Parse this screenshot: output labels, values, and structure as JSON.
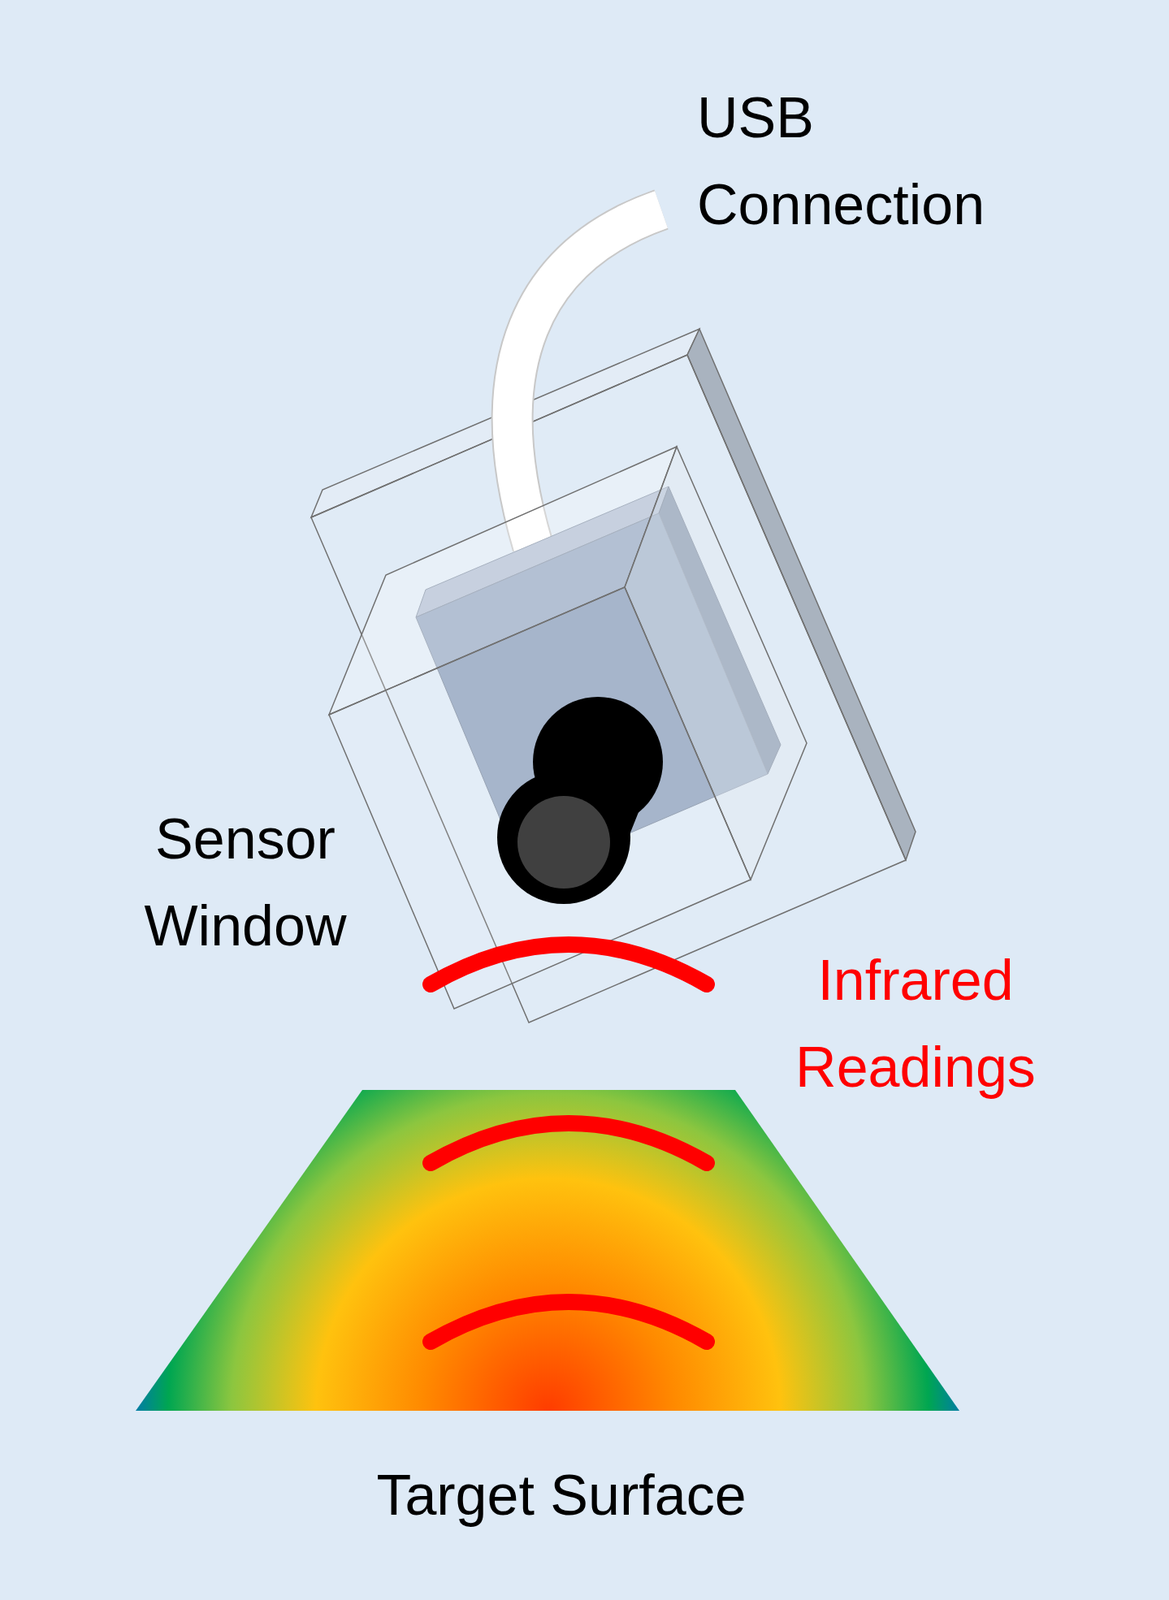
{
  "diagram": {
    "labels": [
      "USB Connection",
      "Sensor Window",
      "Infrared Readings",
      "Target Surface"
    ]
  }
}
